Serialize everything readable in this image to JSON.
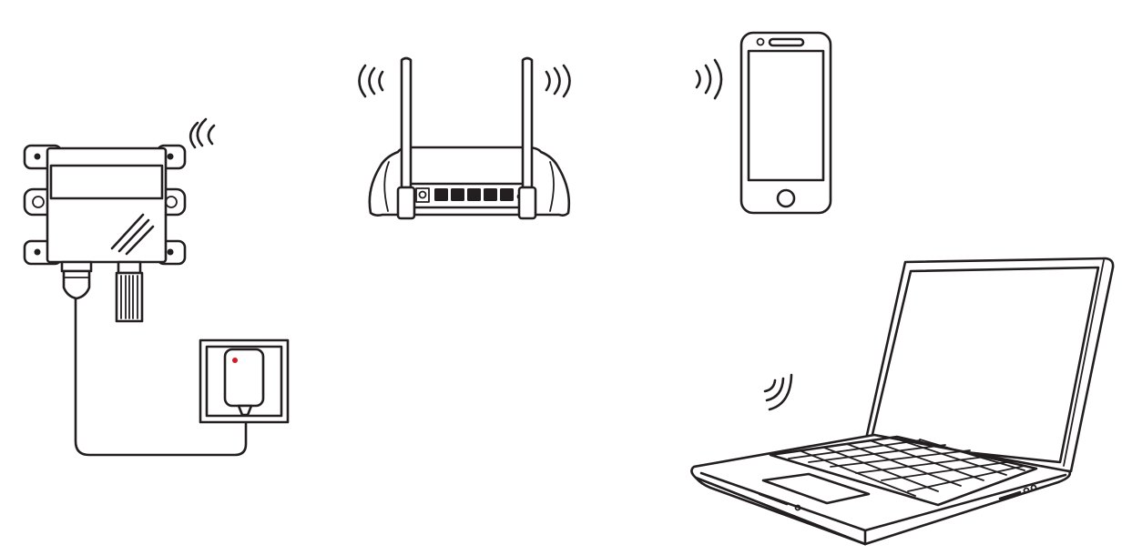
{
  "devices": [
    {
      "id": "sensor",
      "icon": "temperature-humidity-sensor-icon"
    },
    {
      "id": "power",
      "icon": "wall-power-adapter-icon"
    },
    {
      "id": "router",
      "icon": "wifi-router-icon"
    },
    {
      "id": "phone",
      "icon": "smartphone-icon"
    },
    {
      "id": "laptop",
      "icon": "laptop-icon"
    }
  ],
  "signal_icon": "wireless-signal-icon",
  "colors": {
    "line": "#231f20",
    "background": "#ffffff",
    "power_led": "#d71920"
  }
}
